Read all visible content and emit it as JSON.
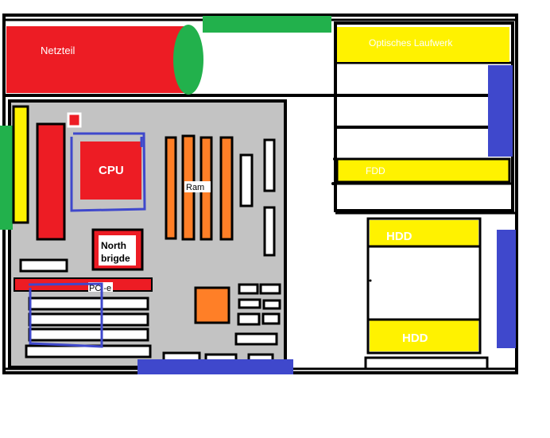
{
  "labels": {
    "psu": "Netzteil",
    "cpu": "CPU",
    "ram": "Ram",
    "northbridge_line1": "North",
    "northbridge_line2": "brigde",
    "pcie": "PCI-e",
    "optical": "Optisches Laufwerk",
    "fdd": "FDD",
    "hdd_top": "HDD",
    "hdd_bottom": "HDD"
  },
  "colors": {
    "outline": "#000000",
    "red": "#ed1c24",
    "green": "#22b14c",
    "blue": "#3f48cc",
    "yellow": "#fff200",
    "orange": "#ff7f27",
    "board": "#c3c3c3",
    "white": "#ffffff"
  }
}
